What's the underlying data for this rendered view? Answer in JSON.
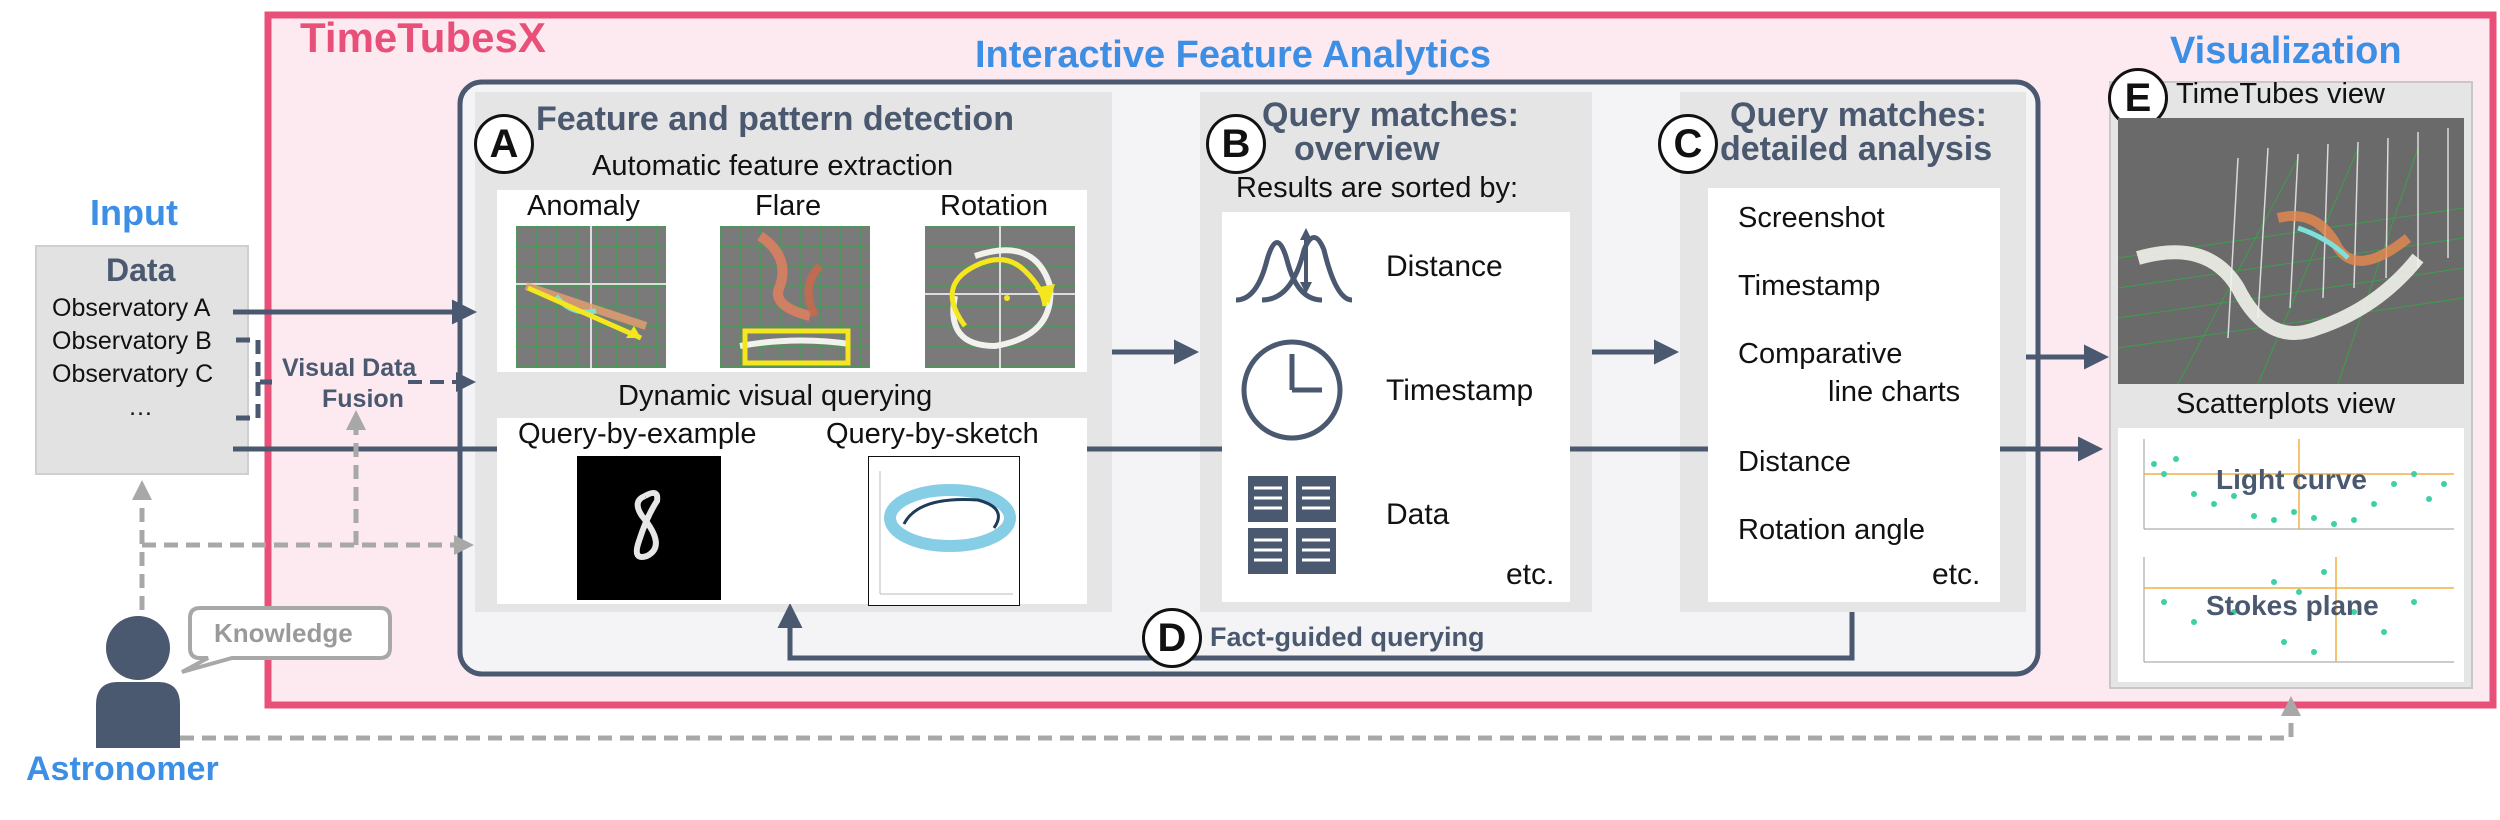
{
  "system_title": "TimeTubesX",
  "section_input": "Input",
  "section_analytics": "Interactive Feature Analytics",
  "section_visualization": "Visualization",
  "data_box": {
    "title": "Data",
    "sources": [
      "Observatory A",
      "Observatory B",
      "Observatory C",
      "…"
    ]
  },
  "fusion_label_line1": "Visual Data",
  "fusion_label_line2": "Fusion",
  "user": {
    "role": "Astronomer",
    "knowledge": "Knowledge"
  },
  "panel_a": {
    "badge": "A",
    "title": "Feature and pattern detection",
    "auto_title": "Automatic feature extraction",
    "features": [
      "Anomaly",
      "Flare",
      "Rotation"
    ],
    "dynamic_title": "Dynamic visual querying",
    "query_modes": [
      "Query-by-example",
      "Query-by-sketch"
    ]
  },
  "panel_b": {
    "badge": "B",
    "title_line1": "Query matches:",
    "title_line2": "overview",
    "subtitle": "Results are sorted by:",
    "items": [
      "Distance",
      "Timestamp",
      "Data"
    ],
    "etc": "etc."
  },
  "panel_c": {
    "badge": "C",
    "title_line1": "Query matches:",
    "title_line2": "detailed analysis",
    "items": [
      "Screenshot",
      "Timestamp",
      "Comparative",
      "line charts",
      "Distance",
      "Rotation angle"
    ],
    "etc": "etc."
  },
  "panel_d": {
    "badge": "D",
    "label": "Fact-guided querying"
  },
  "panel_e": {
    "badge": "E",
    "timetubes_title": "TimeTubes view",
    "scatter_title": "Scatterplots view",
    "light_curve": "Light curve",
    "stokes_plane": "Stokes plane"
  },
  "colors": {
    "frame_pink": "#e8507a",
    "frame_fill": "#fdeaf0",
    "accent_blue": "#3d8fe6",
    "arrow_slate": "#4a5870",
    "dashed_gray": "#a8a8a8",
    "highlight_yellow": "#f5e71e"
  }
}
